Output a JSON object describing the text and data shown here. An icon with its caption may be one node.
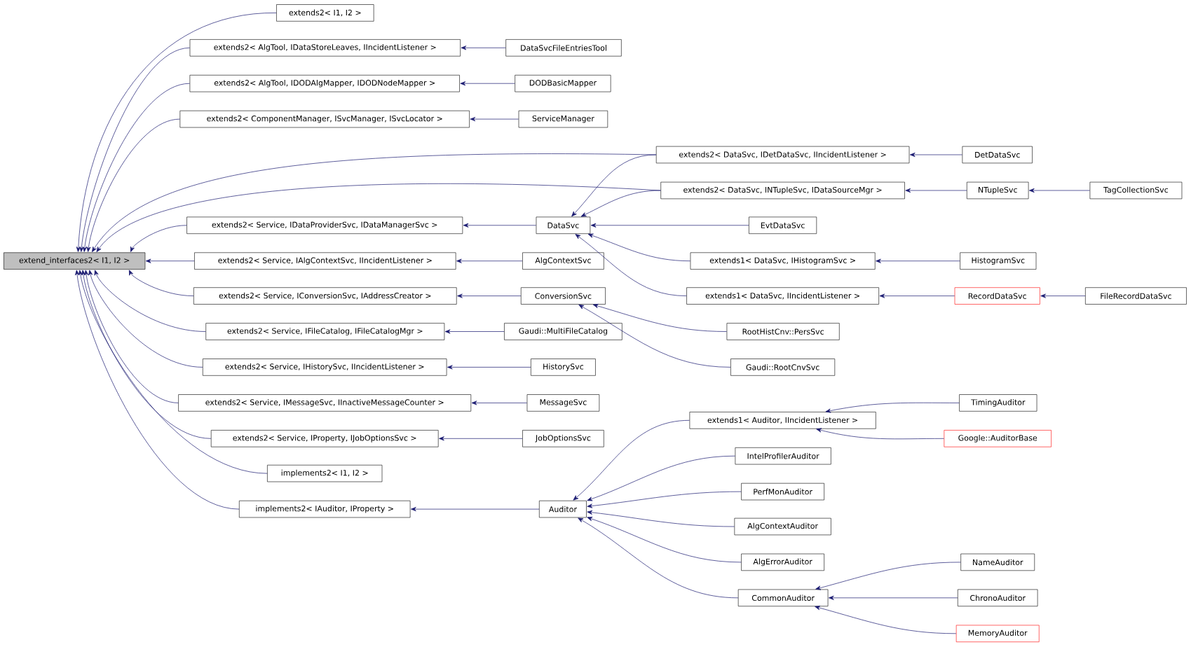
{
  "diagram": {
    "nodes": [
      {
        "text": [
          "extend_interfaces2< I1, I2 >"
        ]
      },
      {
        "text": [
          "extends2< I1, I2 >"
        ]
      },
      {
        "text": [
          "extends2< AlgTool, IDataStoreLeaves, IIncidentListener >"
        ]
      },
      {
        "text": [
          "DataSvcFileEntriesTool"
        ]
      },
      {
        "text": [
          "extends2< AlgTool, IDODAlgMapper, IDODNodeMapper >"
        ]
      },
      {
        "text": [
          "DODBasicMapper"
        ]
      },
      {
        "text": [
          "extends2< ComponentManager, ISvcManager, ISvcLocator >"
        ]
      },
      {
        "text": [
          "ServiceManager"
        ]
      },
      {
        "text": [
          "extends2< DataSvc, IDetDataSvc, IIncidentListener >"
        ]
      },
      {
        "text": [
          "DetDataSvc"
        ]
      },
      {
        "text": [
          "extends2< DataSvc, INTupleSvc, IDataSourceMgr >"
        ]
      },
      {
        "text": [
          "NTupleSvc"
        ]
      },
      {
        "text": [
          "TagCollectionSvc"
        ]
      },
      {
        "text": [
          "extends2< Service, IDataProviderSvc, IDataManagerSvc >"
        ]
      },
      {
        "text": [
          "DataSvc"
        ]
      },
      {
        "text": [
          "EvtDataSvc"
        ]
      },
      {
        "text": [
          "extends1< DataSvc, IHistogramSvc >"
        ]
      },
      {
        "text": [
          "HistogramSvc"
        ]
      },
      {
        "text": [
          "extends2< Service, IAlgContextSvc, IIncidentListener >"
        ]
      },
      {
        "text": [
          "AlgContextSvc"
        ]
      },
      {
        "text": [
          "extends1< DataSvc, IIncidentListener >"
        ]
      },
      {
        "text": [
          "RecordDataSvc"
        ]
      },
      {
        "text": [
          "FileRecordDataSvc"
        ]
      },
      {
        "text": [
          "extends2< Service, IConversionSvc, IAddressCreator >"
        ]
      },
      {
        "text": [
          "ConversionSvc"
        ]
      },
      {
        "text": [
          "extends2< Service, IFileCatalog, IFileCatalogMgr >"
        ]
      },
      {
        "text": [
          "Gaudi::MultiFileCatalog"
        ]
      },
      {
        "text": [
          "RootHistCnv::PersSvc"
        ]
      },
      {
        "text": [
          "extends2< Service, IHistorySvc, IIncidentListener >"
        ]
      },
      {
        "text": [
          "HistorySvc"
        ]
      },
      {
        "text": [
          "Gaudi::RootCnvSvc"
        ]
      },
      {
        "text": [
          "extends2< Service, IMessageSvc, IInactiveMessageCounter >"
        ]
      },
      {
        "text": [
          "MessageSvc"
        ]
      },
      {
        "text": [
          "extends1< Auditor, IIncidentListener >"
        ]
      },
      {
        "text": [
          "TimingAuditor"
        ]
      },
      {
        "text": [
          "extends2< Service, IProperty, IJobOptionsSvc >"
        ]
      },
      {
        "text": [
          "JobOptionsSvc"
        ]
      },
      {
        "text": [
          "Google::AuditorBase"
        ]
      },
      {
        "text": [
          "IntelProfilerAuditor"
        ]
      },
      {
        "text": [
          "implements2< I1, I2 >"
        ]
      },
      {
        "text": [
          "PerfMonAuditor"
        ]
      },
      {
        "text": [
          "implements2< IAuditor, IProperty >"
        ]
      },
      {
        "text": [
          "Auditor"
        ]
      },
      {
        "text": [
          "AlgContextAuditor"
        ]
      },
      {
        "text": [
          "AlgErrorAuditor"
        ]
      },
      {
        "text": [
          "NameAuditor"
        ]
      },
      {
        "text": [
          "CommonAuditor"
        ]
      },
      {
        "text": [
          "ChronoAuditor"
        ]
      },
      {
        "text": [
          "MemoryAuditor"
        ]
      }
    ],
    "edges": [
      {
        "from": 1,
        "to": 0,
        "arrow": "to"
      },
      {
        "from": 2,
        "to": 0,
        "arrow": "to"
      },
      {
        "from": 4,
        "to": 0,
        "arrow": "to"
      },
      {
        "from": 6,
        "to": 0,
        "arrow": "to"
      },
      {
        "from": 8,
        "to": 0,
        "arrow": "to"
      },
      {
        "from": 10,
        "to": 0,
        "arrow": "to"
      },
      {
        "from": 13,
        "to": 0,
        "arrow": "to"
      },
      {
        "from": 18,
        "to": 0,
        "arrow": "to"
      },
      {
        "from": 23,
        "to": 0,
        "arrow": "to"
      },
      {
        "from": 25,
        "to": 0,
        "arrow": "to"
      },
      {
        "from": 28,
        "to": 0,
        "arrow": "to"
      },
      {
        "from": 31,
        "to": 0,
        "arrow": "to"
      },
      {
        "from": 35,
        "to": 0,
        "arrow": "to"
      },
      {
        "from": 39,
        "to": 0,
        "arrow": "to"
      },
      {
        "from": 41,
        "to": 0,
        "arrow": "to"
      },
      {
        "from": 3,
        "to": 2,
        "arrow": "to"
      },
      {
        "from": 5,
        "to": 4,
        "arrow": "to"
      },
      {
        "from": 7,
        "to": 6,
        "arrow": "to"
      },
      {
        "from": 9,
        "to": 8,
        "arrow": "to"
      },
      {
        "from": 11,
        "to": 10,
        "arrow": "to"
      },
      {
        "from": 12,
        "to": 11,
        "arrow": "to"
      },
      {
        "from": 14,
        "to": 13,
        "arrow": "to"
      },
      {
        "from": 8,
        "to": 14,
        "arrow": "to"
      },
      {
        "from": 10,
        "to": 14,
        "arrow": "to"
      },
      {
        "from": 15,
        "to": 14,
        "arrow": "to"
      },
      {
        "from": 16,
        "to": 14,
        "arrow": "to"
      },
      {
        "from": 20,
        "to": 14,
        "arrow": "to"
      },
      {
        "from": 17,
        "to": 16,
        "arrow": "to"
      },
      {
        "from": 21,
        "to": 20,
        "arrow": "to"
      },
      {
        "from": 22,
        "to": 21,
        "arrow": "to"
      },
      {
        "from": 19,
        "to": 18,
        "arrow": "to"
      },
      {
        "from": 24,
        "to": 23,
        "arrow": "to"
      },
      {
        "from": 27,
        "to": 24,
        "arrow": "to"
      },
      {
        "from": 30,
        "to": 24,
        "arrow": "to"
      },
      {
        "from": 26,
        "to": 25,
        "arrow": "to"
      },
      {
        "from": 29,
        "to": 28,
        "arrow": "to"
      },
      {
        "from": 32,
        "to": 31,
        "arrow": "to"
      },
      {
        "from": 36,
        "to": 35,
        "arrow": "to"
      },
      {
        "from": 42,
        "to": 41,
        "arrow": "to"
      },
      {
        "from": 33,
        "to": 42,
        "arrow": "to"
      },
      {
        "from": 38,
        "to": 42,
        "arrow": "to"
      },
      {
        "from": 40,
        "to": 42,
        "arrow": "to"
      },
      {
        "from": 43,
        "to": 42,
        "arrow": "to"
      },
      {
        "from": 44,
        "to": 42,
        "arrow": "to"
      },
      {
        "from": 46,
        "to": 42,
        "arrow": "to"
      },
      {
        "from": 34,
        "to": 33,
        "arrow": "to"
      },
      {
        "from": 37,
        "to": 33,
        "arrow": "to"
      },
      {
        "from": 45,
        "to": 46,
        "arrow": "to"
      },
      {
        "from": 47,
        "to": 46,
        "arrow": "to"
      },
      {
        "from": 48,
        "to": 46,
        "arrow": "to"
      }
    ]
  }
}
